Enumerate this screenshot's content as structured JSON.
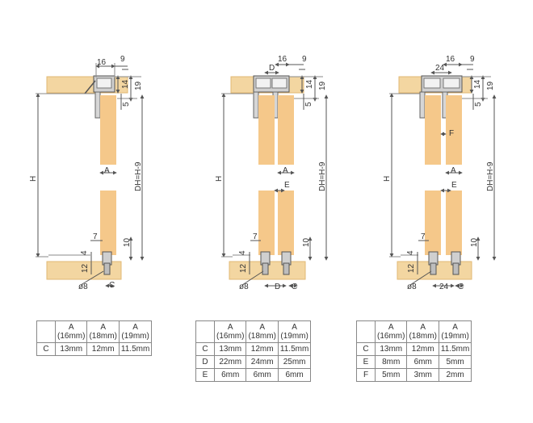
{
  "colors": {
    "wood": "#f3d6a1",
    "wood_edge": "#e2b874",
    "plank": "#f5c88a",
    "line": "#555555",
    "track": "#b8b8b8"
  },
  "panels": [
    {
      "id": "single",
      "labels": {
        "top_16": "16",
        "top_9": "9",
        "right_14": "14",
        "right_19": "19",
        "right_5": "5",
        "H": "H",
        "DH": "DH=H-9",
        "A": "A",
        "b_7": "7",
        "b_10": "10",
        "b_4": "4",
        "b_12": "12",
        "b_phi": "ø8",
        "b_C": "C"
      }
    },
    {
      "id": "double",
      "labels": {
        "top_D": "D",
        "top_16": "16",
        "top_9": "9",
        "right_14": "14",
        "right_19": "19",
        "right_5": "5",
        "H": "H",
        "DH": "DH=H-9",
        "A": "A",
        "E": "E",
        "b_7": "7",
        "b_10": "10",
        "b_4": "4",
        "b_12": "12",
        "b_phi": "ø8",
        "b_D": "D",
        "b_C": "C"
      }
    },
    {
      "id": "double_inline",
      "labels": {
        "top_24": "24",
        "top_16": "16",
        "top_9": "9",
        "right_14": "14",
        "right_19": "19",
        "right_5": "5",
        "H": "H",
        "DH": "DH=H-9",
        "A": "A",
        "E": "E",
        "F": "F",
        "b_7": "7",
        "b_10": "10",
        "b_4": "4",
        "b_12": "12",
        "b_phi": "ø8",
        "b_24": "24",
        "b_C": "C"
      }
    }
  ],
  "tables": [
    {
      "headers": [
        "A\n(16mm)",
        "A\n(18mm)",
        "A\n(19mm)"
      ],
      "rows": [
        {
          "label": "C",
          "values": [
            "13mm",
            "12mm",
            "11.5mm"
          ]
        }
      ]
    },
    {
      "headers": [
        "A\n(16mm)",
        "A\n(18mm)",
        "A\n(19mm)"
      ],
      "rows": [
        {
          "label": "C",
          "values": [
            "13mm",
            "12mm",
            "11.5mm"
          ]
        },
        {
          "label": "D",
          "values": [
            "22mm",
            "24mm",
            "25mm"
          ]
        },
        {
          "label": "E",
          "values": [
            "6mm",
            "6mm",
            "6mm"
          ]
        }
      ]
    },
    {
      "headers": [
        "A\n(16mm)",
        "A\n(18mm)",
        "A\n(19mm)"
      ],
      "rows": [
        {
          "label": "C",
          "values": [
            "13mm",
            "12mm",
            "11.5mm"
          ]
        },
        {
          "label": "E",
          "values": [
            "8mm",
            "6mm",
            "5mm"
          ]
        },
        {
          "label": "F",
          "values": [
            "5mm",
            "3mm",
            "2mm"
          ]
        }
      ]
    }
  ]
}
